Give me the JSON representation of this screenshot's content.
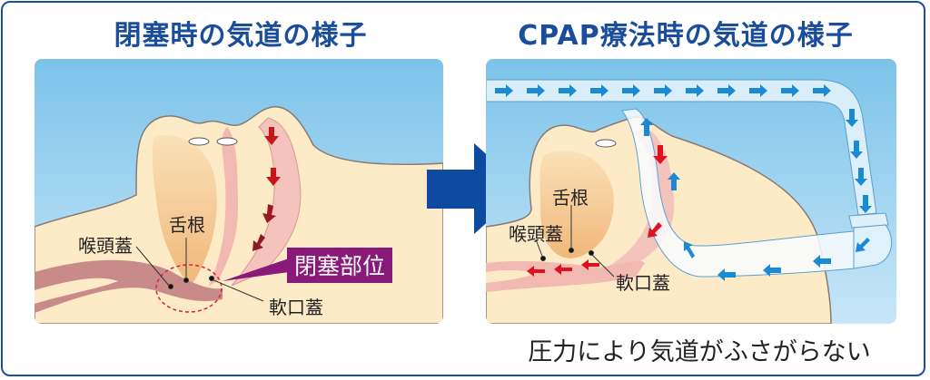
{
  "left_panel": {
    "title": "閉塞時の気道の様子",
    "labels": {
      "tongue_root": "舌根",
      "epiglottis": "喉頭蓋",
      "soft_palate": "軟口蓋",
      "obstruction_site": "閉塞部位"
    }
  },
  "right_panel": {
    "title": "CPAP療法時の気道の様子",
    "labels": {
      "tongue_root": "舌根",
      "epiglottis": "喉頭蓋",
      "soft_palate": "軟口蓋"
    },
    "caption": "圧力により気道がふさがらない"
  },
  "colors": {
    "frame": "#1a4d9c",
    "title": "#1a4d9c",
    "arrow": "#0d4aa0",
    "badge": "#8a1a7a",
    "sky": "#86c8ec",
    "skin": "#fdebc8",
    "airway_red_arrow": "#d0121b",
    "air_blue_arrow": "#1a8ad4"
  }
}
